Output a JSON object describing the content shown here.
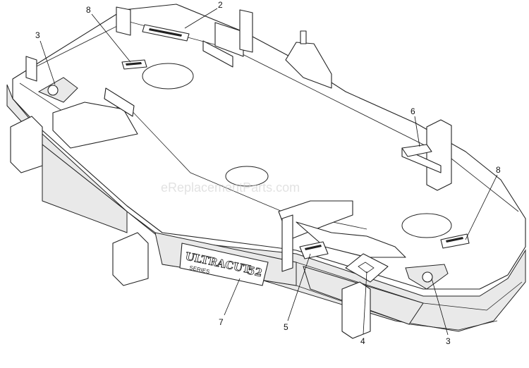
{
  "watermark": "eReplacementParts.com",
  "deck_logo": {
    "brand": "ULTRACUT",
    "size": "52",
    "series": "SERIES"
  },
  "callouts": [
    {
      "id": "c8a",
      "label": "8"
    },
    {
      "id": "c2",
      "label": "2"
    },
    {
      "id": "c3a",
      "label": "3"
    },
    {
      "id": "c6",
      "label": "6"
    },
    {
      "id": "c8b",
      "label": "8"
    },
    {
      "id": "c7",
      "label": "7"
    },
    {
      "id": "c5",
      "label": "5"
    },
    {
      "id": "c4",
      "label": "4"
    },
    {
      "id": "c3b",
      "label": "3"
    }
  ]
}
